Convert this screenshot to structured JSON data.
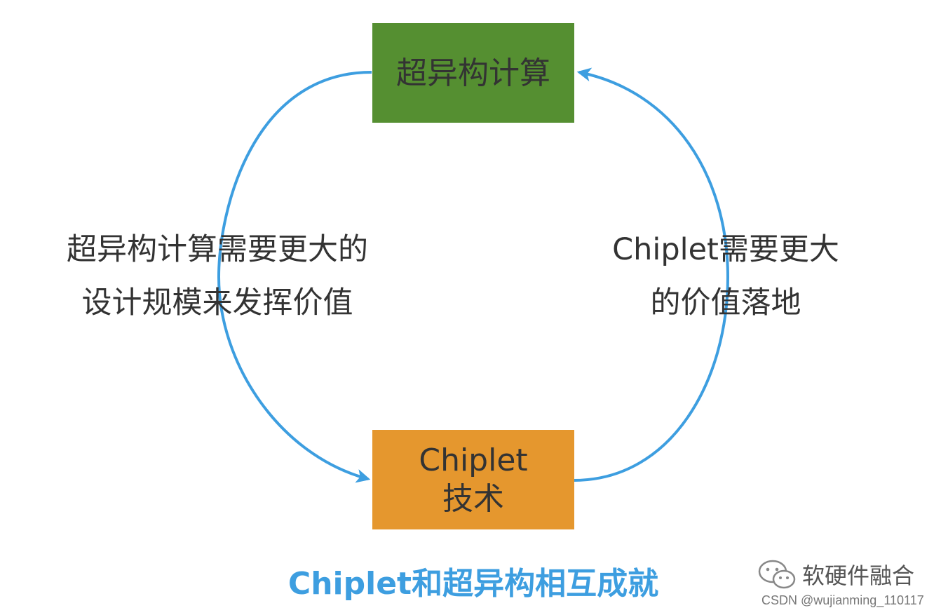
{
  "nodes": {
    "top": {
      "label": "超异构计算",
      "color": "#558f31"
    },
    "bottom": {
      "line1": "Chiplet",
      "line2": "技术",
      "color": "#e5972e"
    }
  },
  "edges": {
    "left": {
      "line1": "超异构计算需要更大的",
      "line2": "设计规模来发挥价值"
    },
    "right": {
      "line1": "Chiplet需要更大",
      "line2": "的价值落地"
    },
    "arrow_color": "#3d9ee0"
  },
  "caption": "Chiplet和超异构相互成就",
  "watermark": {
    "account": "软硬件融合",
    "icon": "wechat-icon"
  },
  "credit": "CSDN @wujianming_110117"
}
